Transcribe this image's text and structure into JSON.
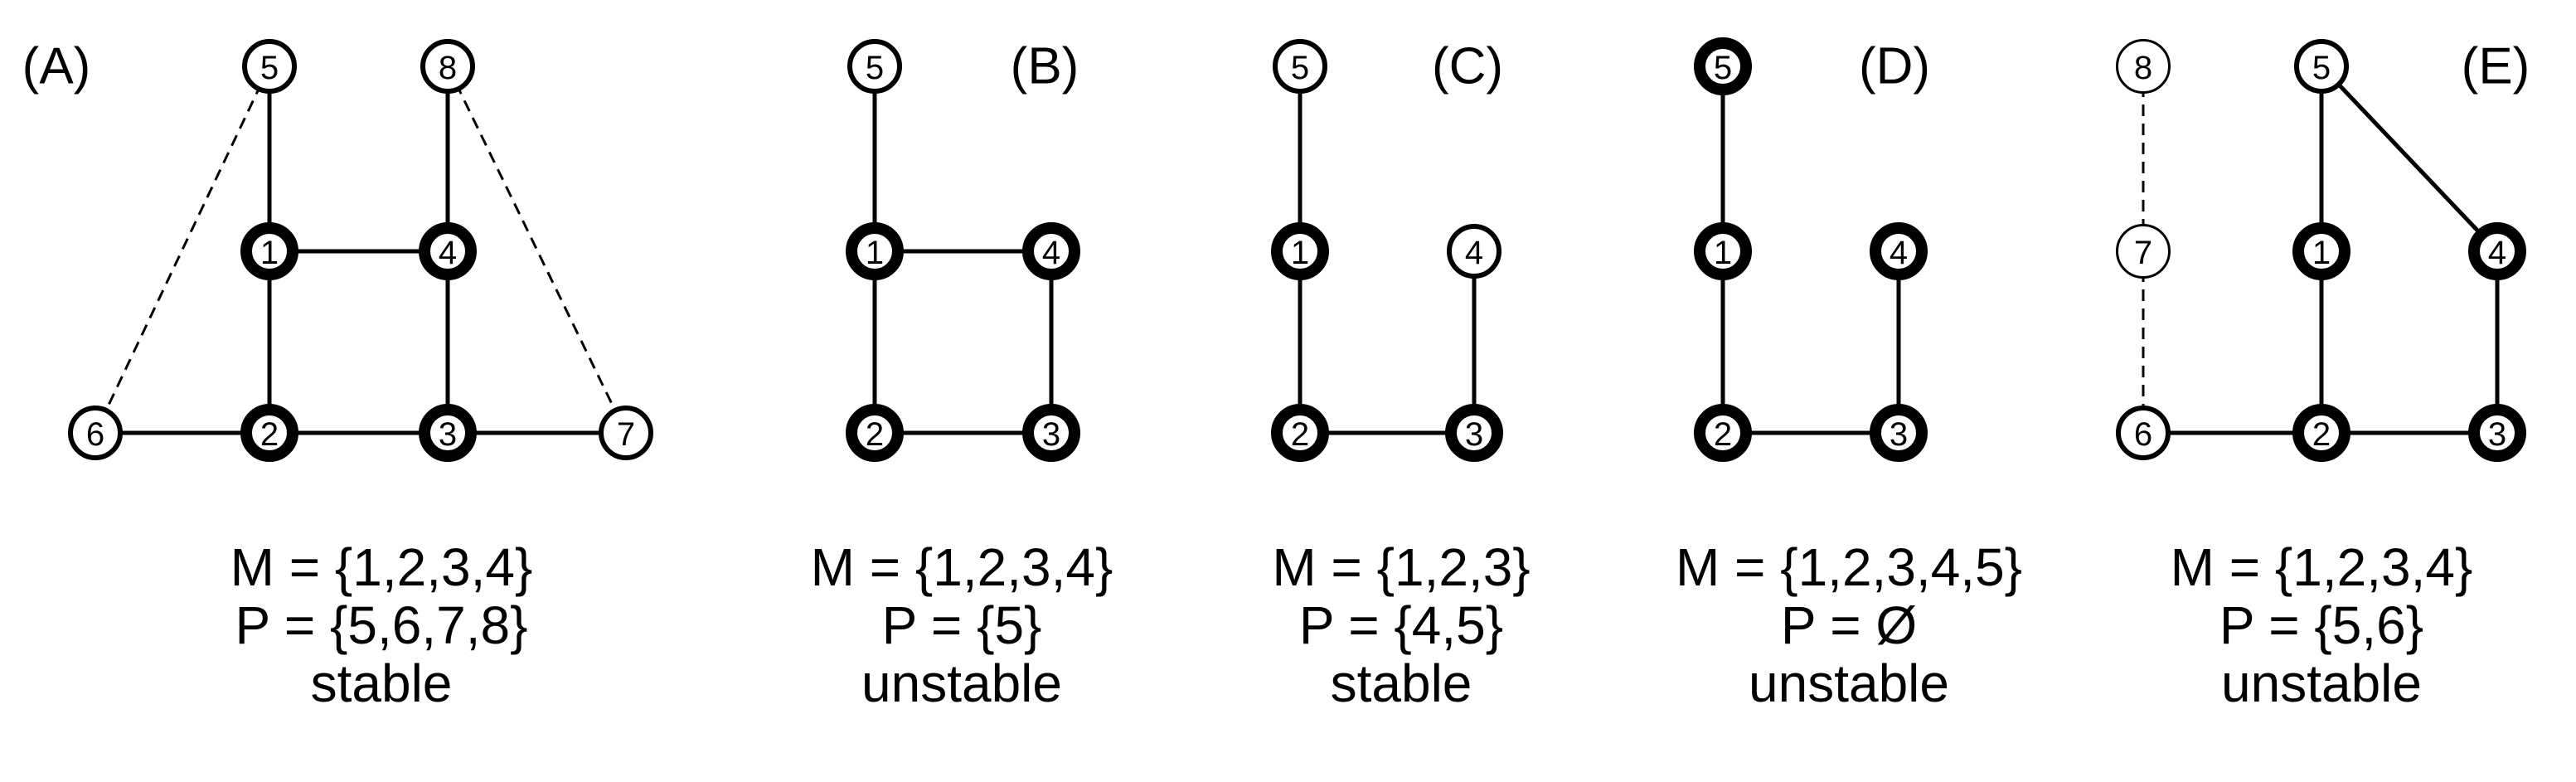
{
  "panels": [
    {
      "id": "A",
      "label": "(A)",
      "nodes": [
        {
          "id": "5",
          "label": "5",
          "weight": "thin"
        },
        {
          "id": "8",
          "label": "8",
          "weight": "thin"
        },
        {
          "id": "1",
          "label": "1",
          "weight": "thick"
        },
        {
          "id": "4",
          "label": "4",
          "weight": "thick"
        },
        {
          "id": "6",
          "label": "6",
          "weight": "thin"
        },
        {
          "id": "2",
          "label": "2",
          "weight": "thick"
        },
        {
          "id": "3",
          "label": "3",
          "weight": "thick"
        },
        {
          "id": "7",
          "label": "7",
          "weight": "thin"
        }
      ],
      "edges": [
        {
          "from": "5",
          "to": "1",
          "style": "solid"
        },
        {
          "from": "8",
          "to": "4",
          "style": "solid"
        },
        {
          "from": "1",
          "to": "4",
          "style": "solid"
        },
        {
          "from": "1",
          "to": "2",
          "style": "solid"
        },
        {
          "from": "4",
          "to": "3",
          "style": "solid"
        },
        {
          "from": "6",
          "to": "2",
          "style": "solid"
        },
        {
          "from": "2",
          "to": "3",
          "style": "solid"
        },
        {
          "from": "3",
          "to": "7",
          "style": "solid"
        },
        {
          "from": "5",
          "to": "6",
          "style": "dashed"
        },
        {
          "from": "8",
          "to": "7",
          "style": "dashed"
        }
      ],
      "caption": {
        "m": "M = {1,2,3,4}",
        "p": "P = {5,6,7,8}",
        "status": "stable"
      }
    },
    {
      "id": "B",
      "label": "(B)",
      "nodes": [
        {
          "id": "5",
          "label": "5",
          "weight": "thin"
        },
        {
          "id": "1",
          "label": "1",
          "weight": "thick"
        },
        {
          "id": "4",
          "label": "4",
          "weight": "thick"
        },
        {
          "id": "2",
          "label": "2",
          "weight": "thick"
        },
        {
          "id": "3",
          "label": "3",
          "weight": "thick"
        }
      ],
      "edges": [
        {
          "from": "5",
          "to": "1",
          "style": "solid"
        },
        {
          "from": "1",
          "to": "4",
          "style": "solid"
        },
        {
          "from": "1",
          "to": "2",
          "style": "solid"
        },
        {
          "from": "4",
          "to": "3",
          "style": "solid"
        },
        {
          "from": "2",
          "to": "3",
          "style": "solid"
        }
      ],
      "caption": {
        "m": "M = {1,2,3,4}",
        "p": "P = {5}",
        "status": "unstable"
      }
    },
    {
      "id": "C",
      "label": "(C)",
      "nodes": [
        {
          "id": "5",
          "label": "5",
          "weight": "thin"
        },
        {
          "id": "1",
          "label": "1",
          "weight": "thick"
        },
        {
          "id": "4",
          "label": "4",
          "weight": "thin"
        },
        {
          "id": "2",
          "label": "2",
          "weight": "thick"
        },
        {
          "id": "3",
          "label": "3",
          "weight": "thick"
        }
      ],
      "edges": [
        {
          "from": "5",
          "to": "1",
          "style": "solid"
        },
        {
          "from": "1",
          "to": "2",
          "style": "solid"
        },
        {
          "from": "4",
          "to": "3",
          "style": "solid"
        },
        {
          "from": "2",
          "to": "3",
          "style": "solid"
        }
      ],
      "caption": {
        "m": "M = {1,2,3}",
        "p": "P = {4,5}",
        "status": "stable"
      }
    },
    {
      "id": "D",
      "label": "(D)",
      "nodes": [
        {
          "id": "5",
          "label": "5",
          "weight": "thick"
        },
        {
          "id": "1",
          "label": "1",
          "weight": "thick"
        },
        {
          "id": "4",
          "label": "4",
          "weight": "thick"
        },
        {
          "id": "2",
          "label": "2",
          "weight": "thick"
        },
        {
          "id": "3",
          "label": "3",
          "weight": "thick"
        }
      ],
      "edges": [
        {
          "from": "5",
          "to": "1",
          "style": "solid"
        },
        {
          "from": "1",
          "to": "2",
          "style": "solid"
        },
        {
          "from": "4",
          "to": "3",
          "style": "solid"
        },
        {
          "from": "2",
          "to": "3",
          "style": "solid"
        }
      ],
      "caption": {
        "m": "M = {1,2,3,4,5}",
        "p": "P = Ø",
        "status": "unstable"
      }
    },
    {
      "id": "E",
      "label": "(E)",
      "nodes": [
        {
          "id": "8",
          "label": "8",
          "weight": "hair"
        },
        {
          "id": "5",
          "label": "5",
          "weight": "thin"
        },
        {
          "id": "7",
          "label": "7",
          "weight": "hair"
        },
        {
          "id": "1",
          "label": "1",
          "weight": "thick"
        },
        {
          "id": "4",
          "label": "4",
          "weight": "thick"
        },
        {
          "id": "6",
          "label": "6",
          "weight": "thin"
        },
        {
          "id": "2",
          "label": "2",
          "weight": "thick"
        },
        {
          "id": "3",
          "label": "3",
          "weight": "thick"
        }
      ],
      "edges": [
        {
          "from": "8",
          "to": "7",
          "style": "dashed"
        },
        {
          "from": "7",
          "to": "6",
          "style": "dashed"
        },
        {
          "from": "5",
          "to": "1",
          "style": "solid"
        },
        {
          "from": "5",
          "to": "4",
          "style": "solid"
        },
        {
          "from": "1",
          "to": "2",
          "style": "solid"
        },
        {
          "from": "4",
          "to": "3",
          "style": "solid"
        },
        {
          "from": "6",
          "to": "2",
          "style": "solid"
        },
        {
          "from": "2",
          "to": "3",
          "style": "solid"
        }
      ],
      "caption": {
        "m": "M = {1,2,3,4}",
        "p": "P = {5,6}",
        "status": "unstable"
      }
    }
  ]
}
